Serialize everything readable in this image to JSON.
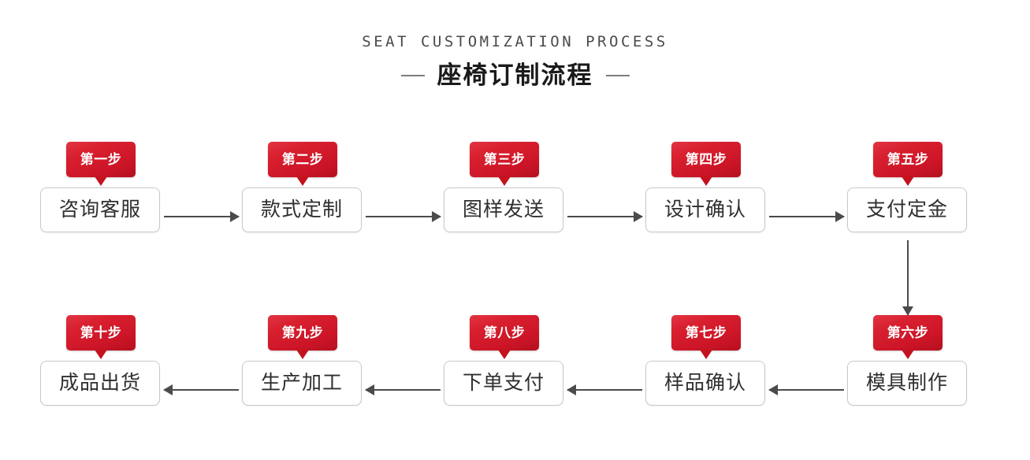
{
  "header": {
    "subtitle_en": "SEAT CUSTOMIZATION PROCESS",
    "title_cn": "座椅订制流程",
    "dash_left": "dash-decoration-left",
    "dash_right": "dash-decoration-right"
  },
  "colors": {
    "badge_red": "#CC1527",
    "badge_red_light": "#E23544",
    "box_border": "#C9C9C9",
    "box_text": "#2F2F2F",
    "arrow": "#4B4B4B",
    "subtitle": "#4A4A4A",
    "background": "#FFFFFF"
  },
  "flow": {
    "row_top": [
      {
        "badge": "第一步",
        "label": "咨询客服"
      },
      {
        "badge": "第二步",
        "label": "款式定制"
      },
      {
        "badge": "第三步",
        "label": "图样发送"
      },
      {
        "badge": "第四步",
        "label": "设计确认"
      },
      {
        "badge": "第五步",
        "label": "支付定金"
      }
    ],
    "row_bottom": [
      {
        "badge": "第十步",
        "label": "成品出货"
      },
      {
        "badge": "第九步",
        "label": "生产加工"
      },
      {
        "badge": "第八步",
        "label": "下单支付"
      },
      {
        "badge": "第七步",
        "label": "样品确认"
      },
      {
        "badge": "第六步",
        "label": "模具制作"
      }
    ]
  },
  "connectors": {
    "top_row_direction": "right",
    "bottom_row_direction": "left",
    "vertical_direction": "down",
    "count_horizontal_top": 4,
    "count_horizontal_bottom": 4,
    "count_vertical": 1
  }
}
